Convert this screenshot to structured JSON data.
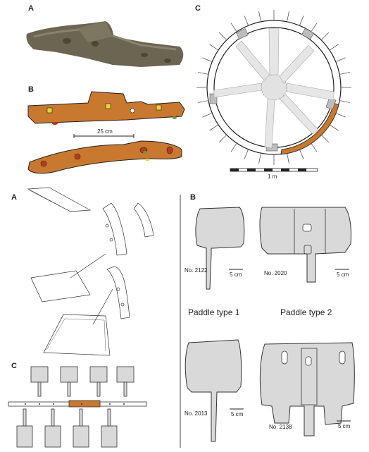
{
  "top_figure": {
    "panel_a_letter": "A",
    "panel_b_letter": "B",
    "panel_c_letter": "C",
    "scale_b_label": "25 cm",
    "scale_c_label": "1 m"
  },
  "bottom_figure": {
    "panel_a_letter": "A",
    "panel_b_letter": "B",
    "panel_c_letter": "C",
    "paddle_type_1": "Paddle type 1",
    "paddle_type_2": "Paddle type 2",
    "paddles": [
      {
        "number": "No. 2122",
        "scale": "5 cm"
      },
      {
        "number": "No. 2020",
        "scale": "5 cm"
      },
      {
        "number": "No. 2013",
        "scale": "5 cm"
      },
      {
        "number": "No. 2138",
        "scale": "5 cm"
      }
    ]
  },
  "colors": {
    "wood_orange": "#c8782f",
    "paddle_fill": "#d9d9d9",
    "photo_wood": "#6b6552",
    "yellow_peg": "#e6d43a",
    "red_peg": "#b83a22",
    "green_peg": "#6a9a3a"
  }
}
